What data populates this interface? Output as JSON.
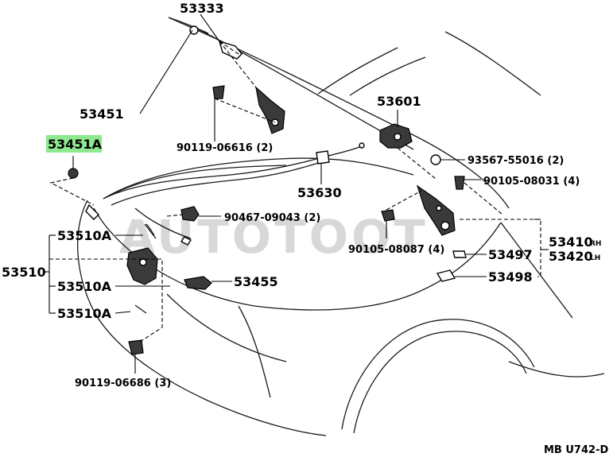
{
  "watermark": "AUTOTOOT",
  "diagram_ref": "MB U742-D",
  "highlight_color": "#8fe88f",
  "parts": {
    "p53333": "53333",
    "p53451": "53451",
    "p53451a": "53451A",
    "p90119_06616": "90119-06616 (2)",
    "p53601": "53601",
    "p93567": "93567-55016 (2)",
    "p53630": "53630",
    "p90105_08031": "90105-08031 (4)",
    "p90467": "90467-09043 (2)",
    "p53510a_1": "53510A",
    "p53510": "53510",
    "p53510a_2": "53510A",
    "p53455": "53455",
    "p53510a_3": "53510A",
    "p90105_08087": "90105-08087 (4)",
    "p53410": "53410",
    "p53410_side": "RH",
    "p53420": "53420",
    "p53420_side": "LH",
    "p53497": "53497",
    "p53498": "53498",
    "p90119_06686": "90119-06686 (3)"
  }
}
